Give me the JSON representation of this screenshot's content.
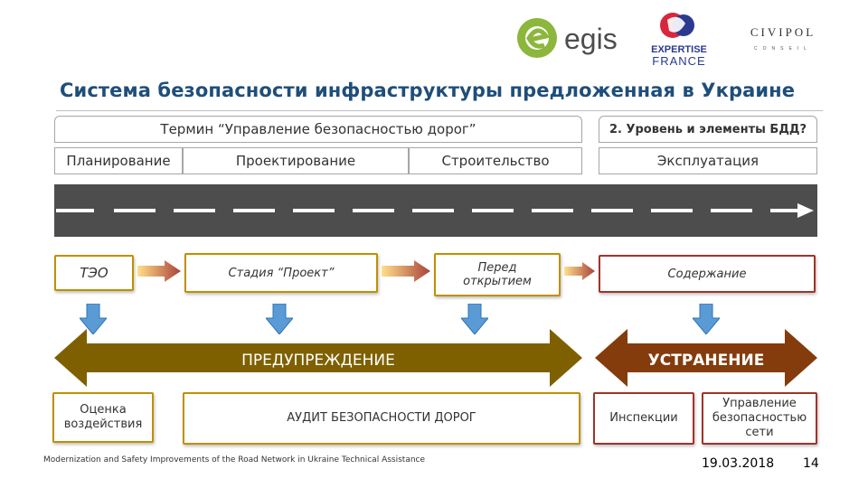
{
  "logos": {
    "egis_text": "egis",
    "expertise_line1": "EXPERTISE",
    "expertise_line2": "FRANCE",
    "civipol_line1": "CIVIPOL",
    "civipol_line2": "CONSEIL"
  },
  "title": "Система безопасности инфраструктуры предложенная в Украине",
  "top_bands": {
    "term": "Термин “Управление безопасностью дорог”",
    "level": "2. Уровень и элементы БДД?",
    "phases": [
      "Планирование",
      "Проектирование",
      "Строительство",
      "Эксплуатация"
    ]
  },
  "stages": {
    "teo": "ТЭО",
    "project": "Стадия “Проект”",
    "opening": "Перед открытием",
    "maintenance": "Содержание"
  },
  "arrows": {
    "prevention": "ПРЕДУПРЕЖДЕНИЕ",
    "elimination": "УСТРАНЕНИЕ"
  },
  "bottom": {
    "impact": "Оценка воздействия",
    "audit": "АУДИТ БЕЗОПАСНОСТИ ДОРОГ",
    "inspections": "Инспекции",
    "network": "Управление безопасностью сети"
  },
  "footer": {
    "text": "Modernization and Safety Improvements of the Road Network in Ukraine Technical Assistance",
    "date": "19.03.2018",
    "page": "14"
  },
  "colors": {
    "gold": "#bf9000",
    "olive": "#7f6000",
    "red_brown": "#843c0c",
    "road": "#4d4d4d",
    "blue_arrow": "#5b9bd5",
    "title_blue": "#1f4e79",
    "egis_green": "#8cb63c"
  }
}
